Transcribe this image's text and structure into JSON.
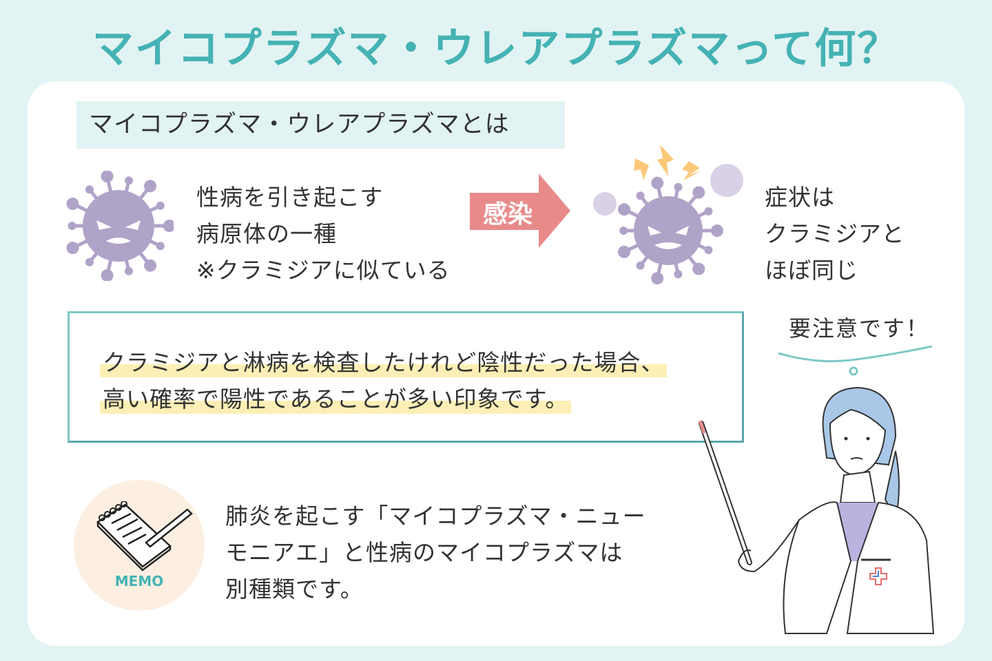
{
  "title": "マイコプラズマ・ウレアプラズマって何？",
  "section_heading": "マイコプラズマ・ウレアプラズマとは",
  "left_description": [
    "性病を引き起こす",
    "病原体の一種",
    "※クラミジアに似ている"
  ],
  "arrow_label": "感染",
  "right_description": [
    "症状は",
    "クラミジアと",
    "ほぼ同じ"
  ],
  "highlight_box": [
    "クラミジアと淋病を検査したけれど陰性だった場合、",
    "高い確率で陽性であることが多い印象です。"
  ],
  "speech_bubble": "要注意です！",
  "memo": {
    "icon_label": "MEMO",
    "lines": [
      "肺炎を起こす「マイコプラズマ・ニュー",
      "モニアエ」と性病のマイコプラズマは",
      "別種類です。"
    ]
  },
  "colors": {
    "accent": "#45b2b4",
    "virus": "#b0a3c8",
    "arrow": "#e88a8a",
    "highlight": "#fdefb5",
    "memo_bg": "#fcefe2"
  }
}
